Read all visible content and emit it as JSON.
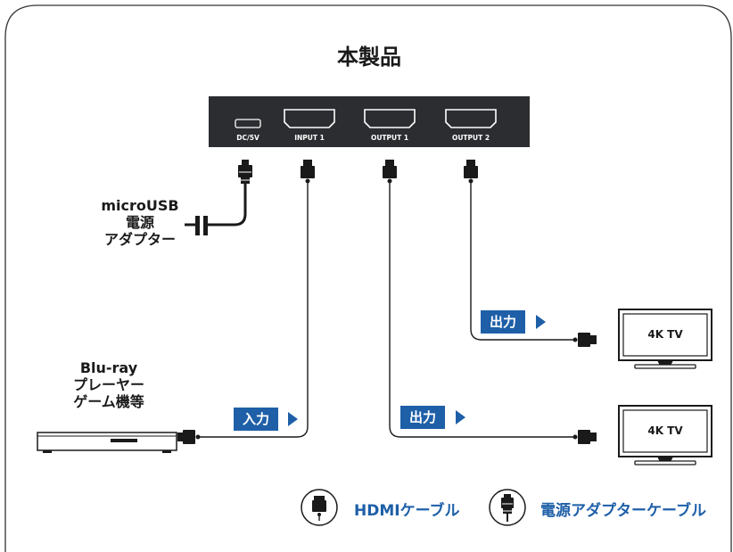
{
  "device": {
    "title": "本製品",
    "ports": [
      "DC/5V",
      "INPUT 1",
      "OUTPUT 1",
      "OUTPUT 2"
    ]
  },
  "power_adapter": {
    "lines": [
      "microUSB",
      "電源",
      "アダプター"
    ]
  },
  "source": {
    "lines": [
      "Blu-ray",
      "プレーヤー",
      "ゲーム機等"
    ]
  },
  "tags": {
    "input": "入力",
    "output_1": "出力",
    "output_2": "出力"
  },
  "tvs": [
    "4K TV",
    "4K TV"
  ],
  "legend": {
    "hdmi_cable": "HDMIケーブル",
    "power_cable": "電源アダプターケーブル"
  },
  "colors": {
    "accent": "#1e5fa8",
    "device_body": "#2b2d30",
    "cable": "#1a1a1a"
  }
}
